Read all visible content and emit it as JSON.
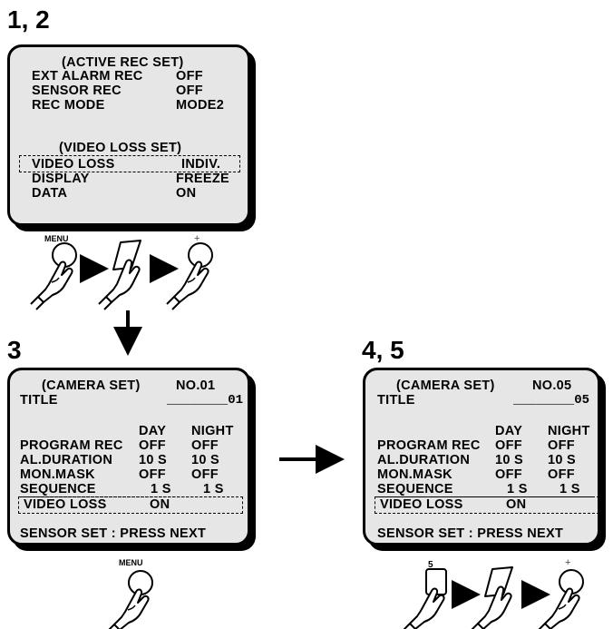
{
  "steps": {
    "first": "1, 2",
    "second": "3",
    "third": "4, 5"
  },
  "screen1": {
    "title1": "(ACTIVE REC SET)",
    "rows": [
      {
        "label": "EXT ALARM REC",
        "value": "OFF"
      },
      {
        "label": "SENSOR REC",
        "value": "OFF"
      },
      {
        "label": "REC MODE",
        "value": "MODE2"
      }
    ],
    "title2": "(VIDEO LOSS SET)",
    "rows2": [
      {
        "label": "VIDEO LOSS",
        "value": "INDIV."
      },
      {
        "label": "DISPLAY",
        "value": "FREEZE"
      },
      {
        "label": "DATA",
        "value": "ON"
      }
    ]
  },
  "screen2": {
    "title": "(CAMERA SET)",
    "number": "NO.01",
    "title_label": "TITLE",
    "title_value": "________01",
    "col_day": "DAY",
    "col_night": "NIGHT",
    "rows": [
      {
        "label": "PROGRAM REC",
        "day": "OFF",
        "night": "OFF"
      },
      {
        "label": "AL.DURATION",
        "day": "10 S",
        "night": "10 S"
      },
      {
        "label": "MON.MASK",
        "day": "OFF",
        "night": "OFF"
      },
      {
        "label": "SEQUENCE",
        "day": "1 S",
        "night": "1 S"
      }
    ],
    "video_loss_label": "VIDEO LOSS",
    "video_loss_value": "ON",
    "footer": "SENSOR SET : PRESS NEXT"
  },
  "screen3": {
    "title": "(CAMERA SET)",
    "number": "NO.05",
    "title_label": "TITLE",
    "title_value": "________05",
    "col_day": "DAY",
    "col_night": "NIGHT",
    "rows": [
      {
        "label": "PROGRAM REC",
        "day": "OFF",
        "night": "OFF"
      },
      {
        "label": "AL.DURATION",
        "day": "10 S",
        "night": "10 S"
      },
      {
        "label": "MON.MASK",
        "day": "OFF",
        "night": "OFF"
      },
      {
        "label": "SEQUENCE",
        "day": "1 S",
        "night": "1 S"
      }
    ],
    "video_loss_label": "VIDEO LOSS",
    "video_loss_value": "ON",
    "footer": "SENSOR SET : PRESS NEXT"
  },
  "buttons": {
    "menu": "MENU",
    "plus": "+",
    "five": "5"
  }
}
